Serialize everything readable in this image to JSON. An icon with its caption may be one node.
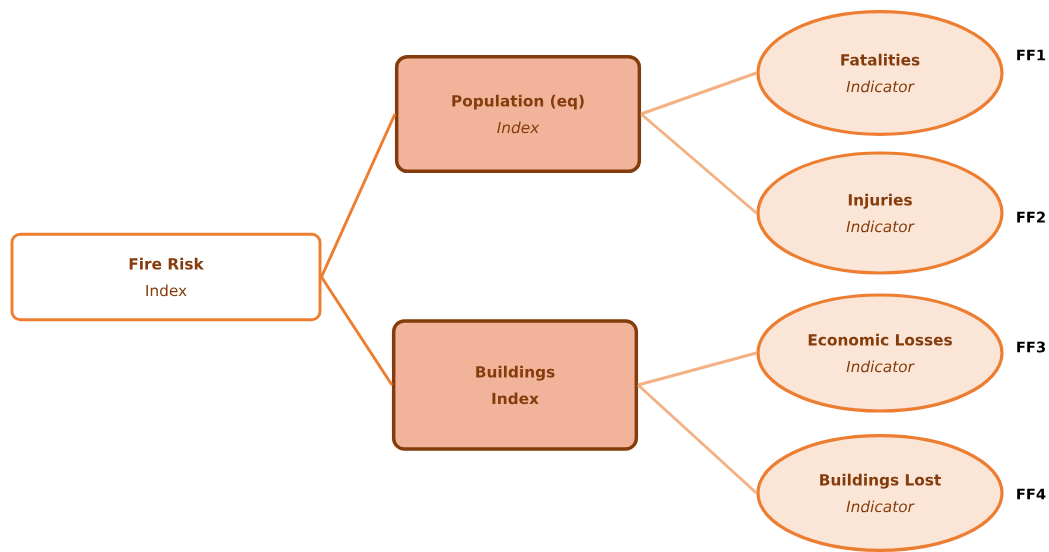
{
  "diagram": {
    "nodes": [
      {
        "text": [
          "Fire Risk",
          "Index"
        ]
      },
      {
        "text": [
          "Population (eq)",
          "Index"
        ]
      },
      {
        "text": [
          "Fatalities",
          "Indicator"
        ],
        "beside": [
          "FF1"
        ]
      },
      {
        "text": [
          "Injuries",
          "Indicator"
        ],
        "beside": [
          "FF2"
        ]
      },
      {
        "text": [
          "Buildings",
          "Index"
        ]
      },
      {
        "text": [
          "Economic Losses",
          "Indicator"
        ],
        "beside": [
          "FF3"
        ]
      },
      {
        "text": [
          "Buildings Lost",
          "Indicator"
        ],
        "beside": [
          "FF4"
        ]
      }
    ],
    "edges": [
      {
        "from": 0,
        "to": 1,
        "arrow": "none",
        "color": "#ed7d31"
      },
      {
        "from": 0,
        "to": 4,
        "arrow": "none",
        "color": "#ed7d31"
      },
      {
        "from": 1,
        "to": 2,
        "arrow": "none"
      },
      {
        "from": 1,
        "to": 3,
        "arrow": "none"
      },
      {
        "from": 4,
        "to": 5,
        "arrow": "none"
      },
      {
        "from": 4,
        "to": 6,
        "arrow": "none"
      }
    ]
  }
}
